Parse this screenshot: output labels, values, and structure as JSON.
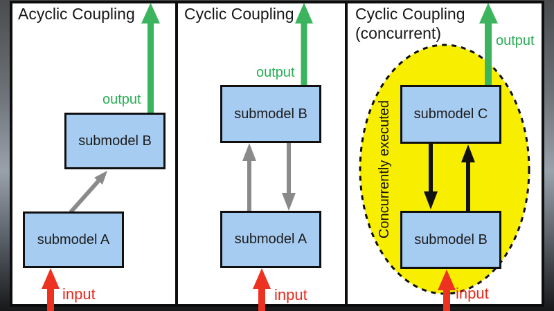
{
  "panels": [
    {
      "title": "Acyclic Coupling",
      "output_label": "output",
      "input_label": "input",
      "boxes": {
        "top": "submodel B",
        "bottom": "submodel A"
      }
    },
    {
      "title": "Cyclic Coupling",
      "output_label": "output",
      "input_label": "input",
      "boxes": {
        "top": "submodel B",
        "bottom": "submodel A"
      }
    },
    {
      "title_line1": "Cyclic Coupling",
      "title_line2": "(concurrent)",
      "annotation": "Concurrently executed",
      "output_label": "output",
      "input_label": "input",
      "boxes": {
        "top": "submodel C",
        "bottom": "submodel B"
      }
    }
  ],
  "colors": {
    "box_fill": "#a7ccf2",
    "arrow_green": "#3cb45e",
    "arrow_red": "#ee3222",
    "arrow_gray": "#8a8a8a",
    "arrow_black": "#111111",
    "ellipse_fill": "#f8ee00",
    "label_green": "#27ae53",
    "label_red": "#e62a1e"
  }
}
